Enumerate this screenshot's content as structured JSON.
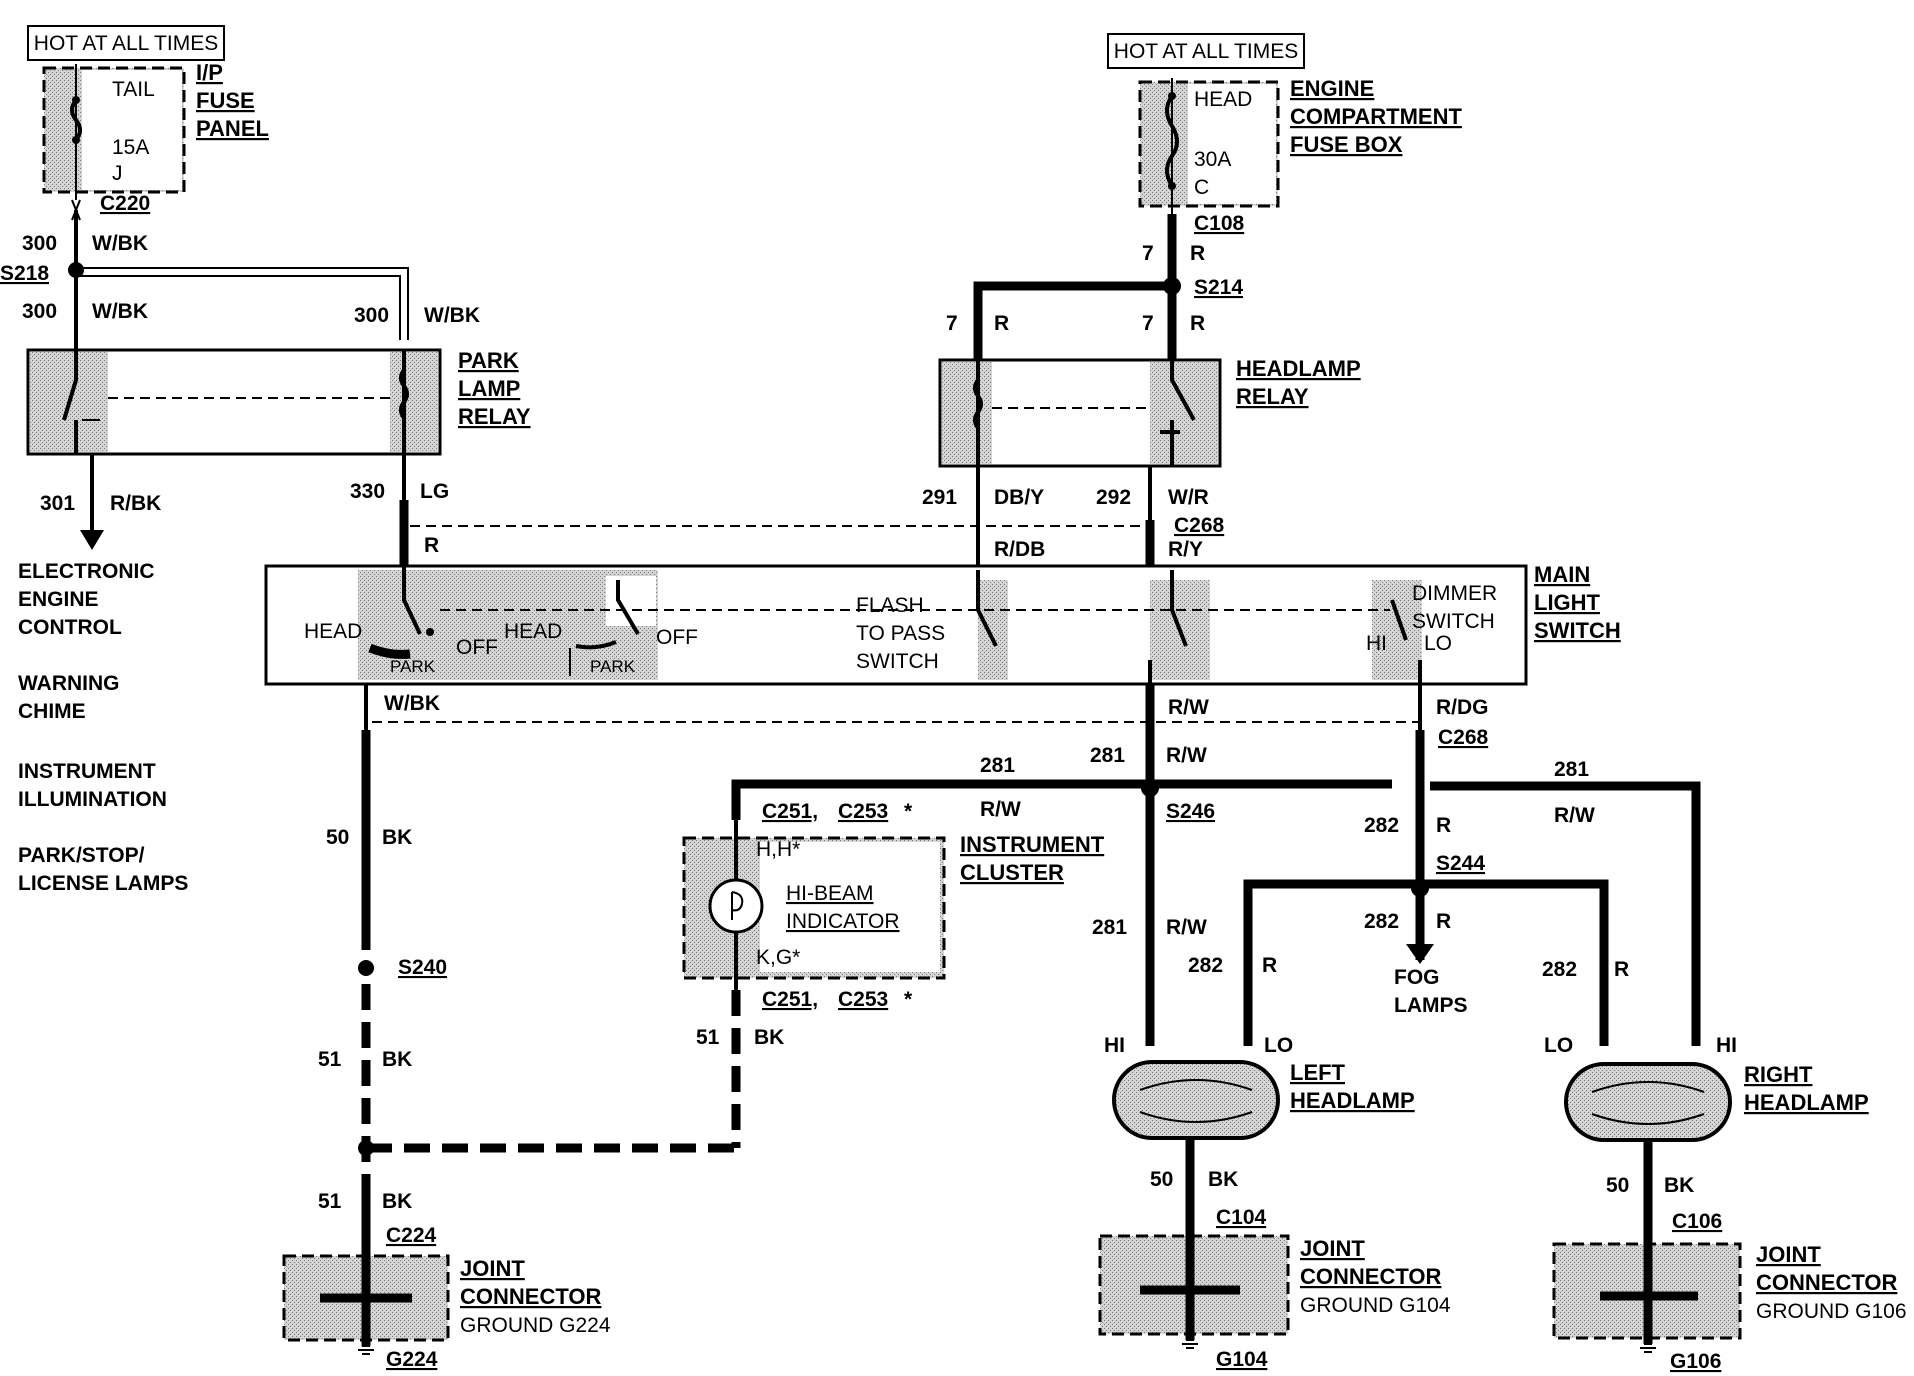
{
  "hot_left": "HOT AT ALL TIMES",
  "hot_right": "HOT AT ALL TIMES",
  "ip_fuse": {
    "l1": "I/P",
    "l2": "FUSE",
    "l3": "PANEL",
    "name": "TAIL",
    "amp": "15A",
    "id": "J"
  },
  "ec_fuse": {
    "l1": "ENGINE",
    "l2": "COMPARTMENT",
    "l3": "FUSE BOX",
    "name": "HEAD",
    "amp": "30A",
    "id": "C"
  },
  "park_relay": {
    "l1": "PARK",
    "l2": "LAMP",
    "l3": "RELAY"
  },
  "head_relay": {
    "l1": "HEADLAMP",
    "l2": "RELAY"
  },
  "main_switch": {
    "l1": "MAIN",
    "l2": "LIGHT",
    "l3": "SWITCH"
  },
  "switch_labels": {
    "head1": "HEAD",
    "off1": "OFF",
    "park1": "PARK",
    "head2": "HEAD",
    "off2": "OFF",
    "park2": "PARK",
    "flash1": "FLASH",
    "flash2": "TO PASS",
    "flash3": "SWITCH",
    "dimmer1": "DIMMER",
    "dimmer2": "SWITCH",
    "hi": "HI",
    "lo": "LO"
  },
  "loads": {
    "eec1": "ELECTRONIC",
    "eec2": "ENGINE",
    "eec3": "CONTROL",
    "chime1": "WARNING",
    "chime2": "CHIME",
    "illum1": "INSTRUMENT",
    "illum2": "ILLUMINATION",
    "park1": "PARK/STOP/",
    "park2": "LICENSE LAMPS"
  },
  "cluster": {
    "l1": "INSTRUMENT",
    "l2": "CLUSTER",
    "ind1": "HI-BEAM",
    "ind2": "INDICATOR",
    "pin_top": "H,H*",
    "pin_bot": "K,G*"
  },
  "lamps": {
    "left1": "LEFT",
    "left2": "HEADLAMP",
    "right1": "RIGHT",
    "right2": "HEADLAMP",
    "fog1": "FOG",
    "fog2": "LAMPS",
    "hi_l": "HI",
    "lo_l": "LO",
    "lo_r": "LO",
    "hi_r": "HI"
  },
  "grounds": {
    "g224_1": "JOINT",
    "g224_2": "CONNECTOR",
    "g224_3": "GROUND G224",
    "g224_id": "G224",
    "g104_1": "JOINT",
    "g104_2": "CONNECTOR",
    "g104_3": "GROUND G104",
    "g104_id": "G104",
    "g106_1": "JOINT",
    "g106_2": "CONNECTOR",
    "g106_3": "GROUND G106",
    "g106_id": "G106"
  },
  "connectors": {
    "c220": "C220",
    "c108": "C108",
    "c268a": "C268",
    "c268b": "C268",
    "c251a": "C251,",
    "c253a": "C253",
    "star_a": "*",
    "c251b": "C251,",
    "c253b": "C253",
    "star_b": "*",
    "c224": "C224",
    "c104": "C104",
    "c106": "C106"
  },
  "splices": {
    "s218": "S218",
    "s214": "S214",
    "s246": "S246",
    "s244": "S244",
    "s240": "S240"
  },
  "wires": [
    {
      "num": "300",
      "color": "W/BK"
    },
    {
      "num": "300",
      "color": "W/BK"
    },
    {
      "num": "300",
      "color": "W/BK"
    },
    {
      "num": "301",
      "color": "R/BK"
    },
    {
      "num": "330",
      "color": "LG"
    },
    {
      "num": "",
      "color": "R"
    },
    {
      "num": "7",
      "color": "R"
    },
    {
      "num": "7",
      "color": "R"
    },
    {
      "num": "7",
      "color": "R"
    },
    {
      "num": "291",
      "color": "DB/Y"
    },
    {
      "num": "292",
      "color": "W/R"
    },
    {
      "num": "",
      "color": "R/DB"
    },
    {
      "num": "",
      "color": "R/Y"
    },
    {
      "num": "",
      "color": "W/BK"
    },
    {
      "num": "",
      "color": "R/W"
    },
    {
      "num": "",
      "color": "R/DG"
    },
    {
      "num": "281",
      "color": "R/W"
    },
    {
      "num": "281",
      "color": "R/W"
    },
    {
      "num": "281",
      "color": "R/W"
    },
    {
      "num": "281",
      "color": "R/W"
    },
    {
      "num": "282",
      "color": "R"
    },
    {
      "num": "282",
      "color": "R"
    },
    {
      "num": "282",
      "color": "R"
    },
    {
      "num": "282",
      "color": "R"
    },
    {
      "num": "50",
      "color": "BK"
    },
    {
      "num": "51",
      "color": "BK"
    },
    {
      "num": "51",
      "color": "BK"
    },
    {
      "num": "51",
      "color": "BK"
    },
    {
      "num": "50",
      "color": "BK"
    },
    {
      "num": "50",
      "color": "BK"
    }
  ]
}
